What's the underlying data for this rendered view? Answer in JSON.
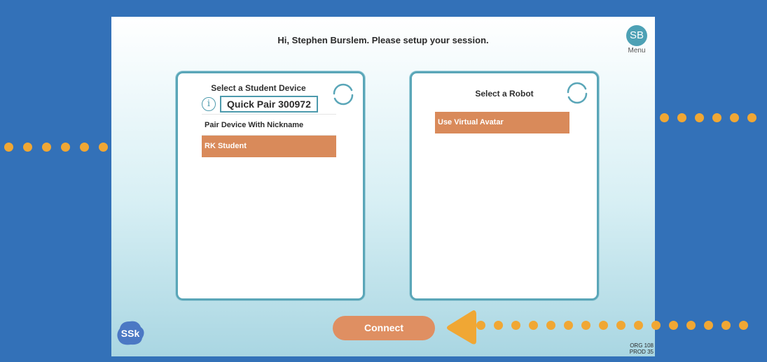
{
  "header": {
    "greeting": "Hi, Stephen Burslem. Please setup your session.",
    "avatar_initials": "SB",
    "menu_label": "Menu"
  },
  "student_panel": {
    "title": "Select a Student Device",
    "info_glyph": "i",
    "quick_pair": "Quick Pair 300972",
    "items": [
      {
        "label": "Pair Device With Nickname",
        "selected": false
      },
      {
        "label": "RK Student",
        "selected": true
      }
    ]
  },
  "robot_panel": {
    "title": "Select a Robot",
    "items": [
      {
        "label": "Use Virtual Avatar",
        "selected": true
      }
    ]
  },
  "footer": {
    "connect_label": "Connect",
    "logo_text": "SSk",
    "org_line1": "ORG 108",
    "org_line2": "PROD 35"
  },
  "colors": {
    "page_background": "#3371b8",
    "accent_orange": "#d98a5a",
    "panel_border": "#5aa6b8",
    "annotation": "#f0a734"
  },
  "icons": [
    "refresh-icon",
    "info-icon",
    "arrow-right-icon",
    "arrow-left-icon"
  ]
}
